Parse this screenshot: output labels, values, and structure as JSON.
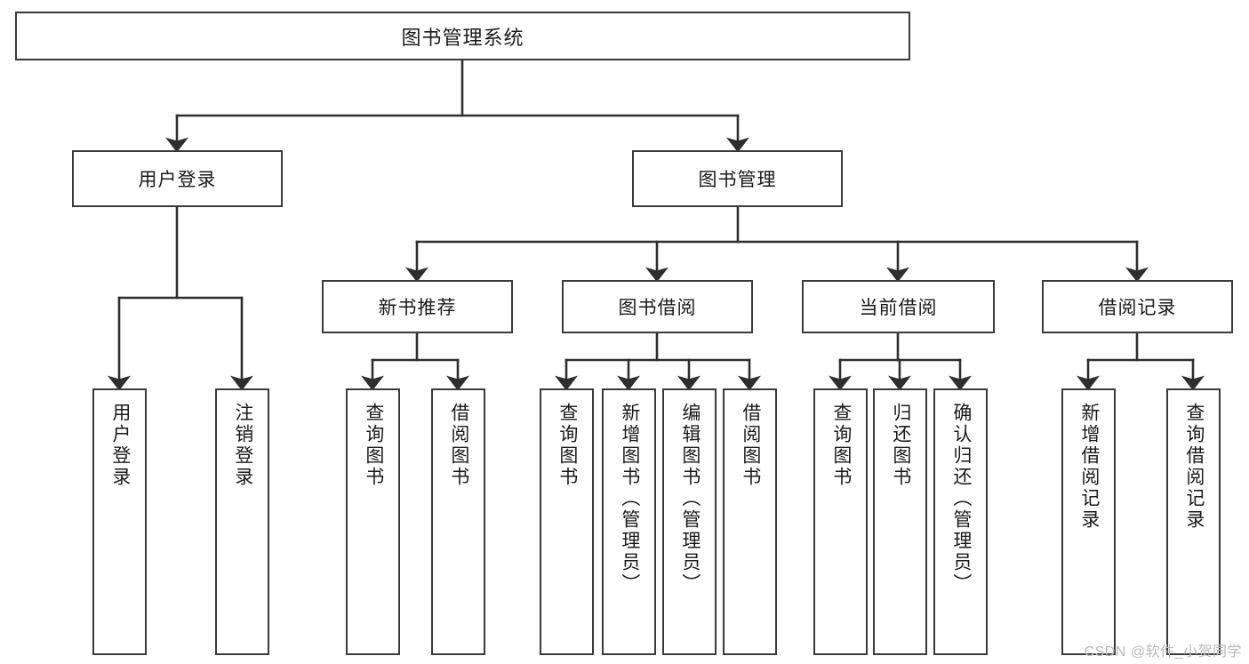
{
  "diagram": {
    "title": "图书管理系统",
    "type": "tree-hierarchy-diagram",
    "watermark": "CSDN @软件_小贺同学",
    "colors": {
      "stroke": "#3a3a3a",
      "fill": "#ffffff",
      "text": "#1a1a1a",
      "watermark": "#b9b9b9"
    },
    "nodes": {
      "root": {
        "label": "图书管理系统"
      },
      "level2": [
        {
          "id": "user-login",
          "label": "用户登录"
        },
        {
          "id": "book-management",
          "label": "图书管理"
        }
      ],
      "level3": [
        {
          "id": "new-book-recommend",
          "label": "新书推荐"
        },
        {
          "id": "book-borrow",
          "label": "图书借阅"
        },
        {
          "id": "current-borrow",
          "label": "当前借阅"
        },
        {
          "id": "borrow-record",
          "label": "借阅记录"
        }
      ],
      "leaves": {
        "user-login": [
          {
            "id": "leaf-user-login",
            "label": "用户登录"
          },
          {
            "id": "leaf-logout-login",
            "label": "注销登录"
          }
        ],
        "new-book-recommend": [
          {
            "id": "leaf-query-book-1",
            "label": "查询图书"
          },
          {
            "id": "leaf-borrow-book-1",
            "label": "借阅图书"
          }
        ],
        "book-borrow": [
          {
            "id": "leaf-query-book-2",
            "label": "查询图书"
          },
          {
            "id": "leaf-add-book",
            "label": "新增图书（管理员）"
          },
          {
            "id": "leaf-edit-book",
            "label": "编辑图书（管理员）"
          },
          {
            "id": "leaf-borrow-book-2",
            "label": "借阅图书"
          }
        ],
        "current-borrow": [
          {
            "id": "leaf-query-book-3",
            "label": "查询图书"
          },
          {
            "id": "leaf-return-book",
            "label": "归还图书"
          },
          {
            "id": "leaf-confirm-return",
            "label": "确认归还（管理员）"
          }
        ],
        "borrow-record": [
          {
            "id": "leaf-add-record",
            "label": "新增借阅记录"
          },
          {
            "id": "leaf-query-record",
            "label": "查询借阅记录"
          }
        ]
      }
    }
  }
}
